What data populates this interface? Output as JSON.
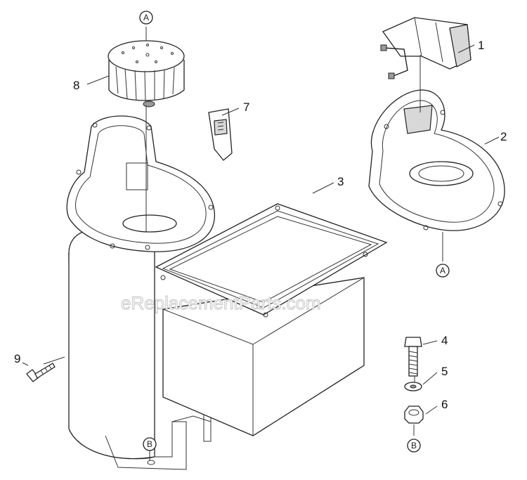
{
  "watermark": "eReplacementParts.com",
  "callouts": {
    "p1": "1",
    "p2": "2",
    "p3": "3",
    "p4": "4",
    "p5": "5",
    "p6": "6",
    "p7": "7",
    "p8": "8",
    "p9": "9"
  },
  "refs": {
    "a_top": "A",
    "a_right": "A",
    "b_bottom_left": "B",
    "b_bottom_right": "B"
  }
}
